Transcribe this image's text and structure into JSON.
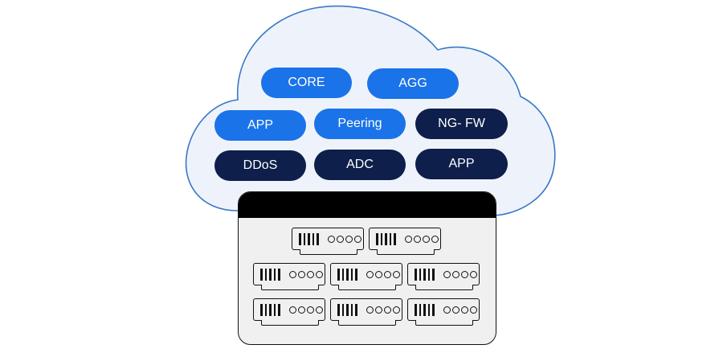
{
  "diagram": {
    "title": "",
    "colors": {
      "cloud_fill": "#eef3fb",
      "cloud_stroke": "#3a78c8",
      "pill_light": "#1a73e8",
      "pill_dark": "#0d1f4a",
      "rack_fill": "#f0f0f0",
      "rack_header": "#000000"
    },
    "cloud_services": [
      {
        "label": "CORE",
        "style": "light"
      },
      {
        "label": "AGG",
        "style": "light"
      },
      {
        "label": "APP",
        "style": "light"
      },
      {
        "label": "Peering",
        "style": "light"
      },
      {
        "label": "NG- FW",
        "style": "dark"
      },
      {
        "label": "DDoS",
        "style": "dark"
      },
      {
        "label": "ADC",
        "style": "dark"
      },
      {
        "label": "APP",
        "style": "dark"
      }
    ],
    "rack": {
      "server_count": 8,
      "server_icon": "server-unit-icon"
    }
  }
}
